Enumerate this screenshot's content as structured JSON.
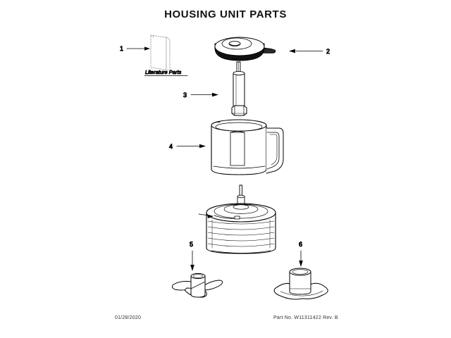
{
  "document": {
    "title": "HOUSING UNIT PARTS",
    "footer_date": "01/28/2020",
    "footer_part_number": "Part No. W11311422  Rev. B",
    "background_color": "#ffffff",
    "line_color": "#000000"
  },
  "labels": {
    "literature_parts": "Literature Parts"
  },
  "callouts": [
    {
      "number": "1",
      "target": "literature-parts-booklet",
      "arrow_direction": "right"
    },
    {
      "number": "2",
      "target": "lid-assembly",
      "arrow_direction": "left"
    },
    {
      "number": "3",
      "target": "drive-shaft",
      "arrow_direction": "right"
    },
    {
      "number": "4",
      "target": "work-bowl",
      "arrow_direction": "right"
    },
    {
      "number": "5",
      "target": "blade-assembly",
      "arrow_direction": "down"
    },
    {
      "number": "6",
      "target": "disc-hub-assembly",
      "arrow_direction": "down"
    }
  ],
  "parts": [
    {
      "id": "literature-parts-booklet",
      "callout": "1",
      "name": "Literature Parts"
    },
    {
      "id": "lid-assembly",
      "callout": "2",
      "name": "Lid Assembly"
    },
    {
      "id": "drive-shaft",
      "callout": "3",
      "name": "Drive Shaft"
    },
    {
      "id": "work-bowl",
      "callout": "4",
      "name": "Work Bowl"
    },
    {
      "id": "motor-base",
      "callout": "",
      "name": "Motor Base"
    },
    {
      "id": "blade-assembly",
      "callout": "5",
      "name": "Blade Assembly"
    },
    {
      "id": "disc-hub-assembly",
      "callout": "6",
      "name": "Disc Hub Assembly"
    }
  ]
}
